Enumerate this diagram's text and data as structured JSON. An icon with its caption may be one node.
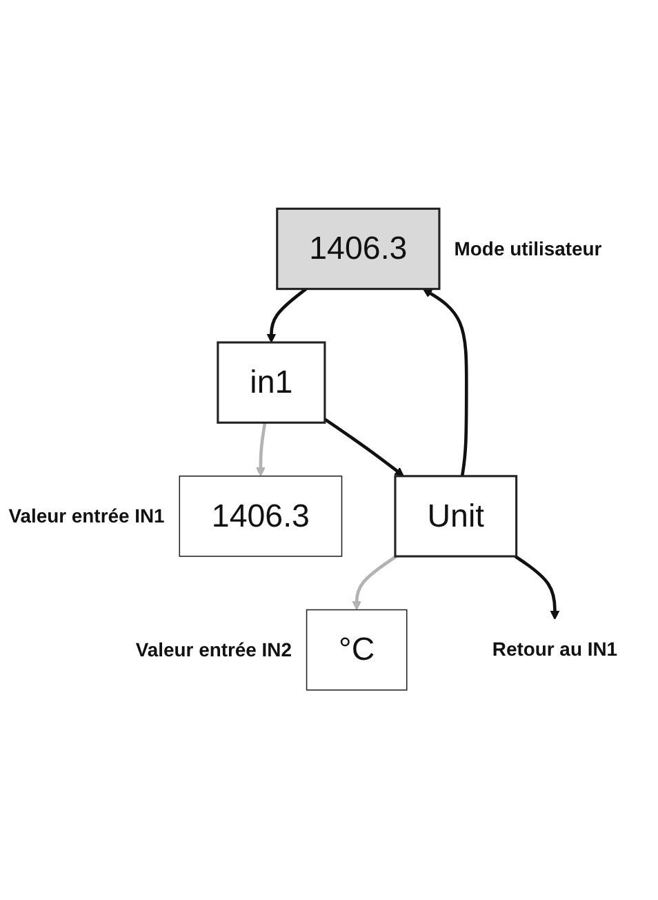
{
  "diagram": {
    "nodes": [
      {
        "text": [
          "1406.3"
        ],
        "beside": [
          "Mode utilisateur"
        ]
      },
      {
        "text": [
          "in1"
        ]
      },
      {
        "text": [
          "1406.3"
        ],
        "beside": [
          "Valeur entrée IN1"
        ]
      },
      {
        "text": [
          "Unit"
        ]
      },
      {
        "text": [
          "°C"
        ],
        "beside": [
          "Valeur entrée IN2"
        ]
      },
      {
        "text": [
          "Retour au IN1"
        ]
      }
    ],
    "edges": [
      {
        "from": 0,
        "to": 1,
        "arrow": "to"
      },
      {
        "from": 1,
        "to": 2,
        "arrow": "to",
        "color": "#b3b3b3"
      },
      {
        "from": 1,
        "to": 3,
        "arrow": "to"
      },
      {
        "from": 3,
        "to": 4,
        "arrow": "to",
        "color": "#b3b3b3"
      },
      {
        "from": 3,
        "to": 5,
        "arrow": "to"
      },
      {
        "from": 3,
        "to": 0,
        "arrow": "to"
      }
    ]
  }
}
